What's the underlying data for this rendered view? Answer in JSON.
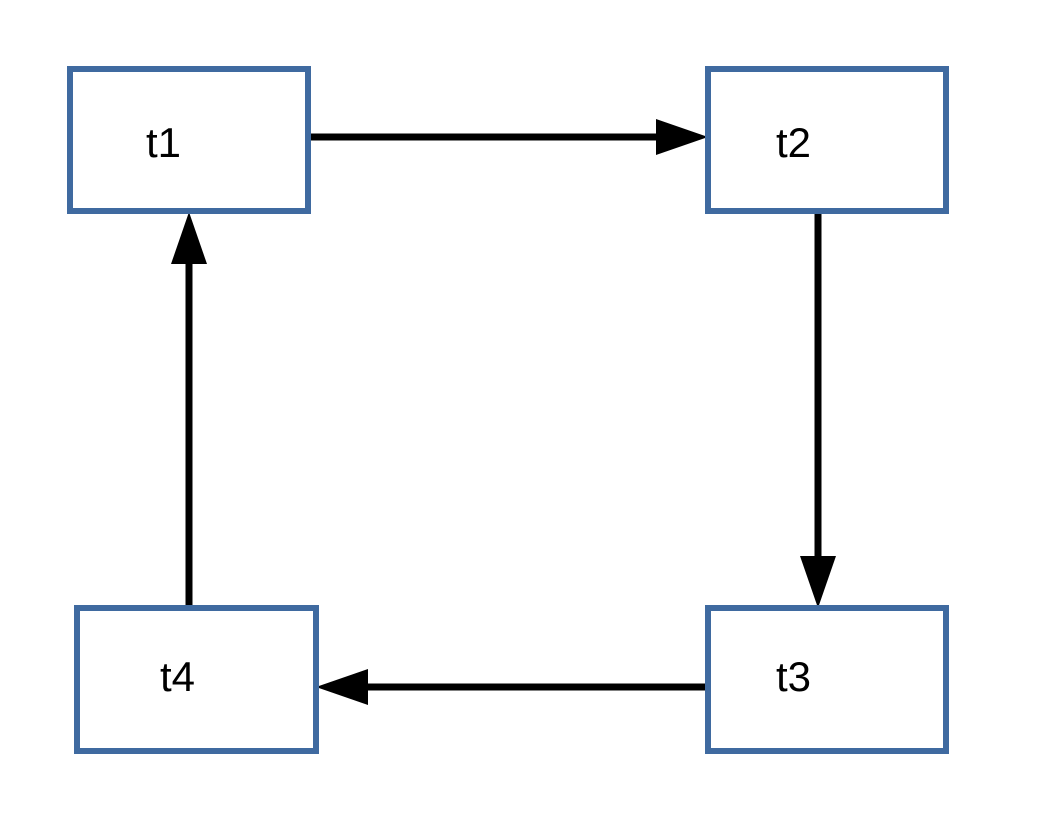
{
  "diagram": {
    "nodes": [
      {
        "id": "t1",
        "label": "t1"
      },
      {
        "id": "t2",
        "label": "t2"
      },
      {
        "id": "t3",
        "label": "t3"
      },
      {
        "id": "t4",
        "label": "t4"
      }
    ],
    "edges": [
      {
        "from": "t1",
        "to": "t2"
      },
      {
        "from": "t2",
        "to": "t3"
      },
      {
        "from": "t3",
        "to": "t4"
      },
      {
        "from": "t4",
        "to": "t1"
      }
    ],
    "colors": {
      "node_border": "#3f6aa0",
      "edge": "#000000",
      "text": "#000000",
      "background": "#ffffff"
    }
  }
}
